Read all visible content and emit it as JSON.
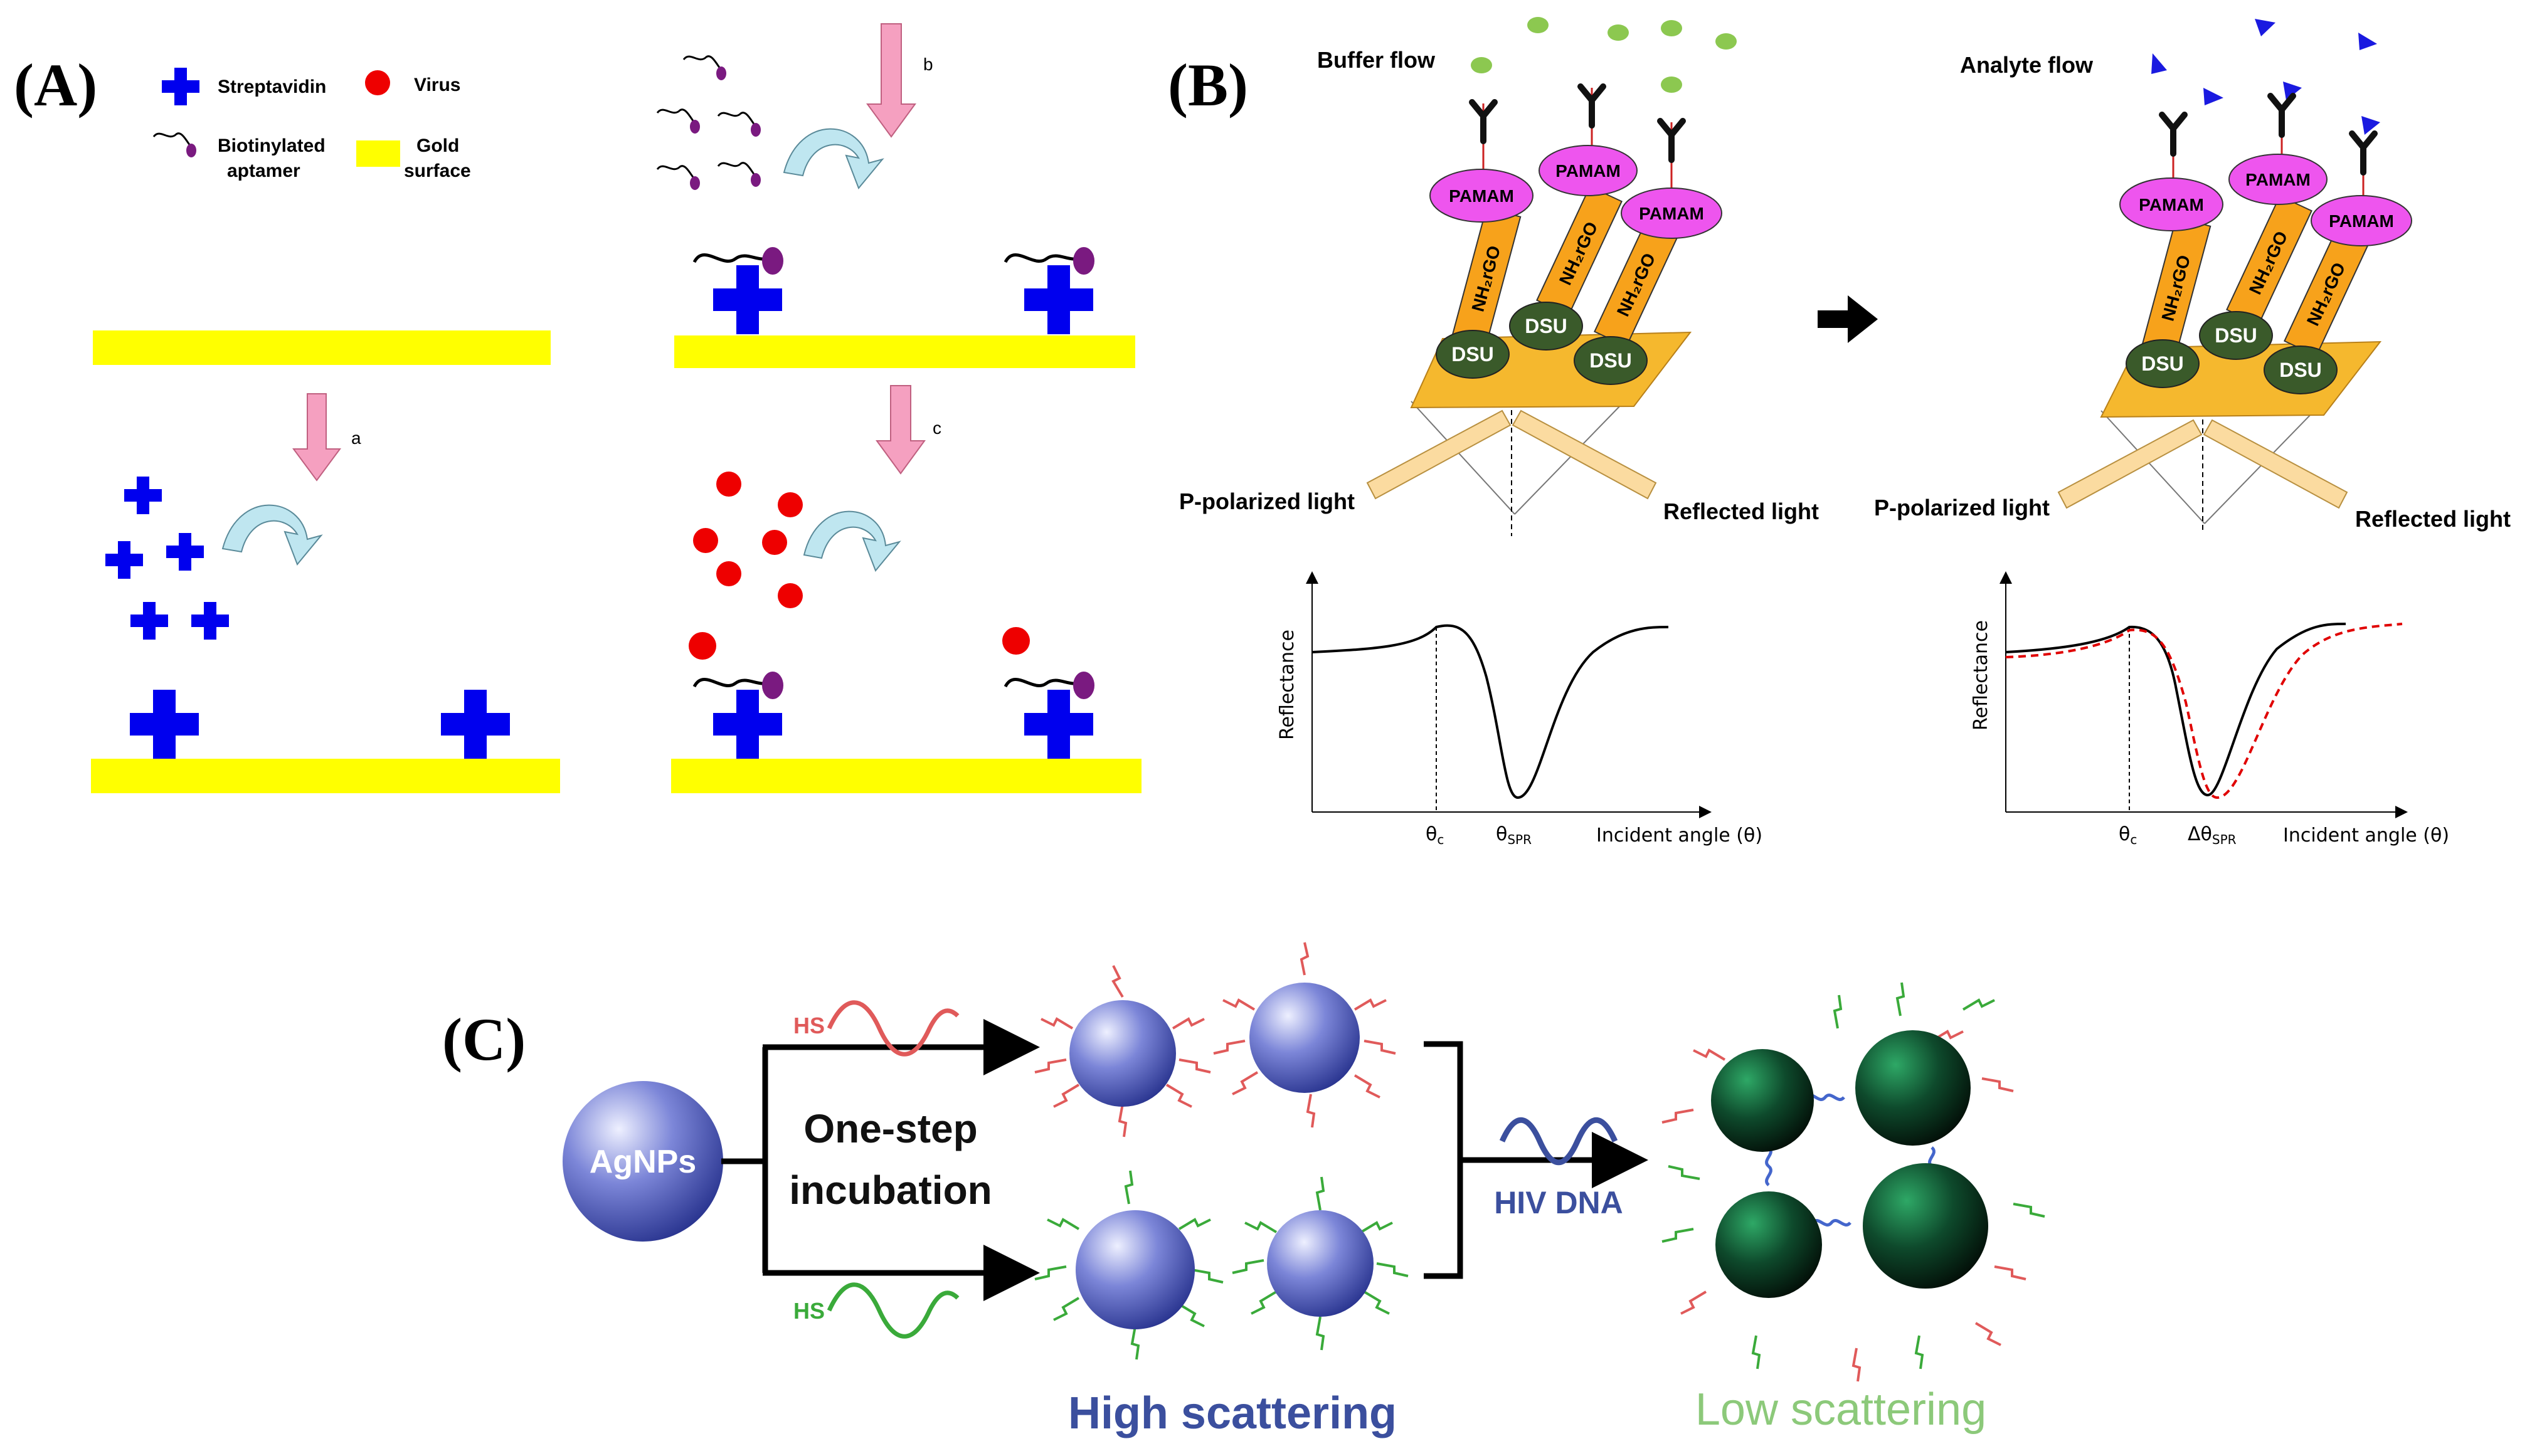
{
  "panels": {
    "a": {
      "label": "(A)",
      "legend": {
        "streptavidin": "Streptavidin",
        "virus": "Virus",
        "aptamer_line1": "Biotinylated",
        "aptamer_line2": "aptamer",
        "gold_line1": "Gold",
        "gold_line2": "surface"
      },
      "steps": {
        "a": "a",
        "b": "b",
        "c": "c"
      },
      "colors": {
        "gold": "#ffff00",
        "streptavidin": "#0000ee",
        "virus": "#ee0000",
        "aptamer_tip": "#7a1a80",
        "curved_arrow": "#bfe6f0",
        "step_arrow": "#f5a0c0"
      }
    },
    "b": {
      "label": "(B)",
      "left": {
        "flow": "Buffer flow",
        "pamam": "PAMAM",
        "nh2rgo": "NH₂rGO",
        "dsu": "DSU",
        "incident": "P-polarized  light",
        "reflected": "Reflected light",
        "ylabel": "Reflectance",
        "theta_c": "θc",
        "theta_spr": "θSPR",
        "xlabel": "Incident angle (θ)"
      },
      "right": {
        "flow": "Analyte flow",
        "incident": "P-polarized  light",
        "reflected": "Reflected light",
        "ylabel": "Reflectance",
        "theta_c": "θc",
        "delta_theta_spr": "ΔθSPR",
        "xlabel": "Incident angle (θ)"
      },
      "colors": {
        "pamam": "#ee55ee",
        "nh2rgo": "#f7a21b",
        "dsu": "#3a5a2a",
        "chip": "#f5b82e",
        "buffer": "#8cc850",
        "analyte": "#1a1ae0",
        "shifted_curve": "#e00000"
      }
    },
    "c": {
      "label": "(C)",
      "agnps": "AgNPs",
      "hs_top": "HS",
      "hs_bottom": "HS",
      "incubation_line1": "One-step",
      "incubation_line2": "incubation",
      "hiv_dna": "HIV DNA",
      "high_scattering": "High scattering",
      "low_scattering": "Low scattering",
      "colors": {
        "probe_red": "#e05a5a",
        "probe_green": "#3aaa3a",
        "agnp": "#5f6fc8",
        "aggregate": "#0f4a2a"
      }
    }
  }
}
